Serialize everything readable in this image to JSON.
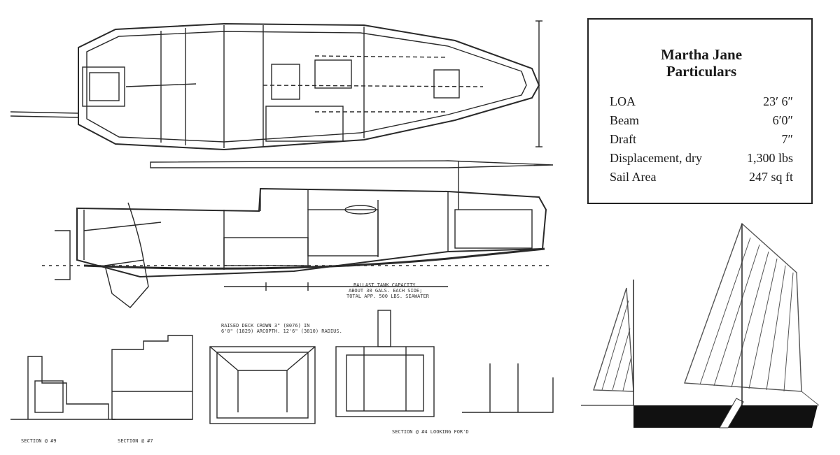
{
  "specs": {
    "title_line1": "Martha Jane",
    "title_line2": "Particulars",
    "rows": [
      {
        "label": "LOA",
        "value": "23′ 6″"
      },
      {
        "label": "Beam",
        "value": "6′0″"
      },
      {
        "label": "Draft",
        "value": "7″"
      },
      {
        "label": "Displacement, dry",
        "value": "1,300 lbs"
      },
      {
        "label": "Sail Area",
        "value": "247 sq ft"
      }
    ]
  },
  "drawing_notes": {
    "ballast": [
      "BALLAST TANK CAPACITY",
      "ABOUT 30 GALS. EACH SIDE;",
      "TOTAL APP. 500 LBS. SEAWATER"
    ],
    "deck_crown": [
      "RAISED DECK CROWN 3\" (8076) IN",
      "6'0\" (1829) ARCOPTH. 12'6\" (3810) RADIUS."
    ],
    "section_labels": [
      "SECTION @ #9",
      "SECTION @ #7",
      "SECTION @ #4 LOOKING FOR'D"
    ]
  },
  "colors": {
    "ink": "#2a2a2a",
    "hull_black": "#111111",
    "sail_line": "#555555"
  }
}
